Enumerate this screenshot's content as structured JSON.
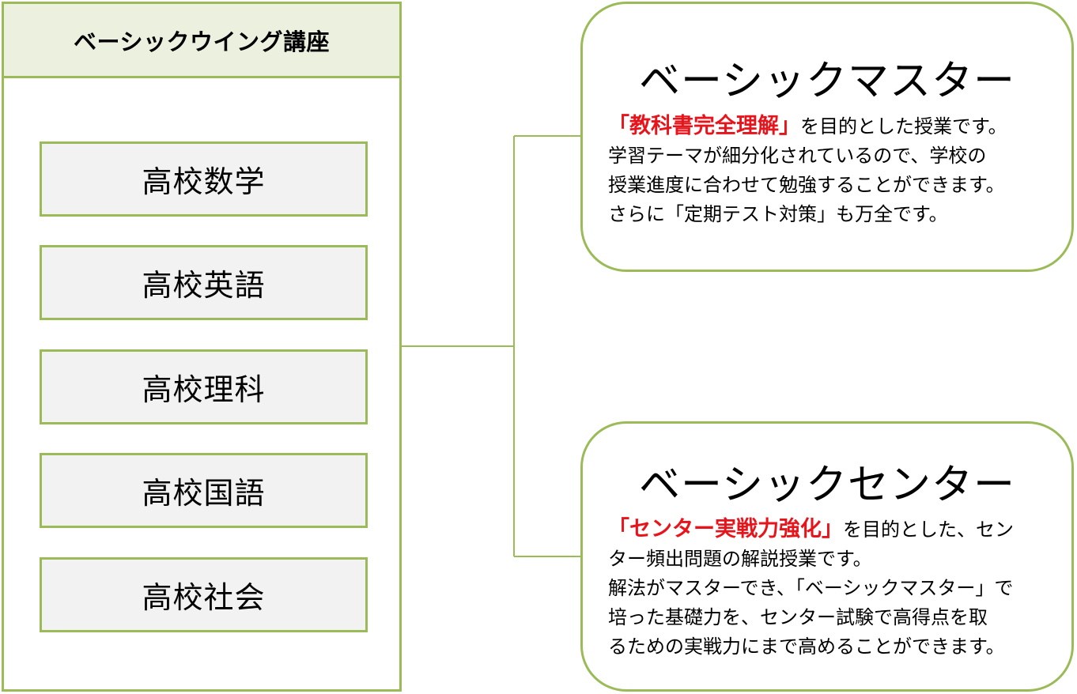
{
  "panel": {
    "title": "ベーシックウイング講座",
    "courses": [
      "高校数学",
      "高校英語",
      "高校理科",
      "高校国語",
      "高校社会"
    ]
  },
  "master": {
    "title": "ベーシックマスター",
    "highlight": "「教科書完全理解」",
    "text_after": "を目的とした授業です。\n学習テーマが細分化されているので、学校の\n授業進度に合わせて勉強することができます。\nさらに「定期テスト対策」も万全です。"
  },
  "center": {
    "title": "ベーシックセンター",
    "highlight": "「センター実戦力強化」",
    "text_after": "を目的とした、セン\nター頻出問題の解説授業です。\n解法がマスターでき、「ベーシックマスター」で\n培った基礎力を、センター試験で高得点を取\nるための実戦力にまで高めることができます。"
  },
  "colors": {
    "border": "#9bbb59",
    "header_bg": "#ebf1de",
    "course_bg": "#f2f2f2",
    "highlight": "#e8141b"
  }
}
